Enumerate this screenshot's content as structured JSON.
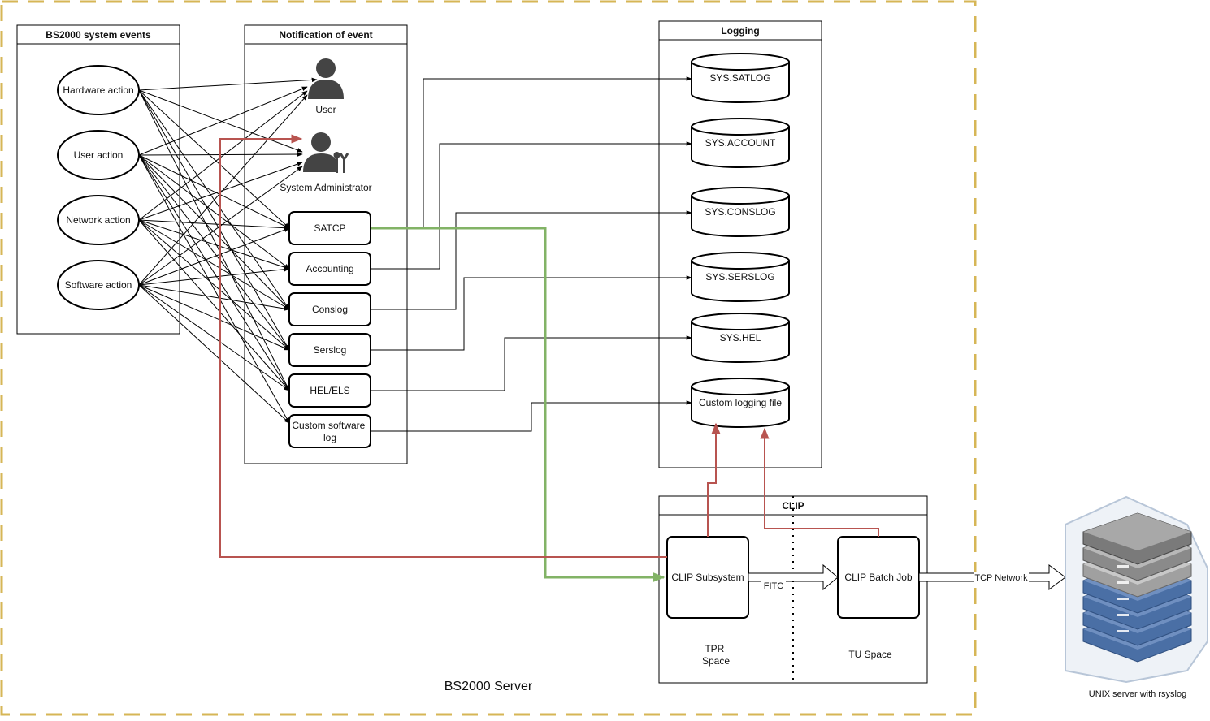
{
  "server_label": "BS2000 Server",
  "events": {
    "title": "BS2000 system events",
    "items": [
      "Hardware action",
      "User action",
      "Network action",
      "Software action"
    ]
  },
  "notification": {
    "title": "Notification of event",
    "actors": [
      "User",
      "System Administrator"
    ],
    "items": [
      "SATCP",
      "Accounting",
      "Conslog",
      "Serslog",
      "HEL/ELS",
      "Custom software log"
    ]
  },
  "logging": {
    "title": "Logging",
    "files": [
      "SYS.SATLOG",
      "SYS.ACCOUNT",
      "SYS.CONSLOG",
      "SYS.SERSLOG",
      "SYS.HEL",
      "Custom logging file"
    ]
  },
  "clip": {
    "title": "CLIP",
    "subsystem": "CLIP Subsystem",
    "batch_job": "CLIP Batch Job",
    "fitc": "FITC",
    "tpr_space": "TPR Space",
    "tu_space": "TU Space"
  },
  "network_label": "TCP Network",
  "unix_server": "UNIX server with rsyslog",
  "colors": {
    "border_dash": "#d6b656",
    "red_line": "#b85450",
    "green_line": "#82b366",
    "server_blue": "#4a6fa5",
    "server_grey": "#a0a0a0"
  }
}
